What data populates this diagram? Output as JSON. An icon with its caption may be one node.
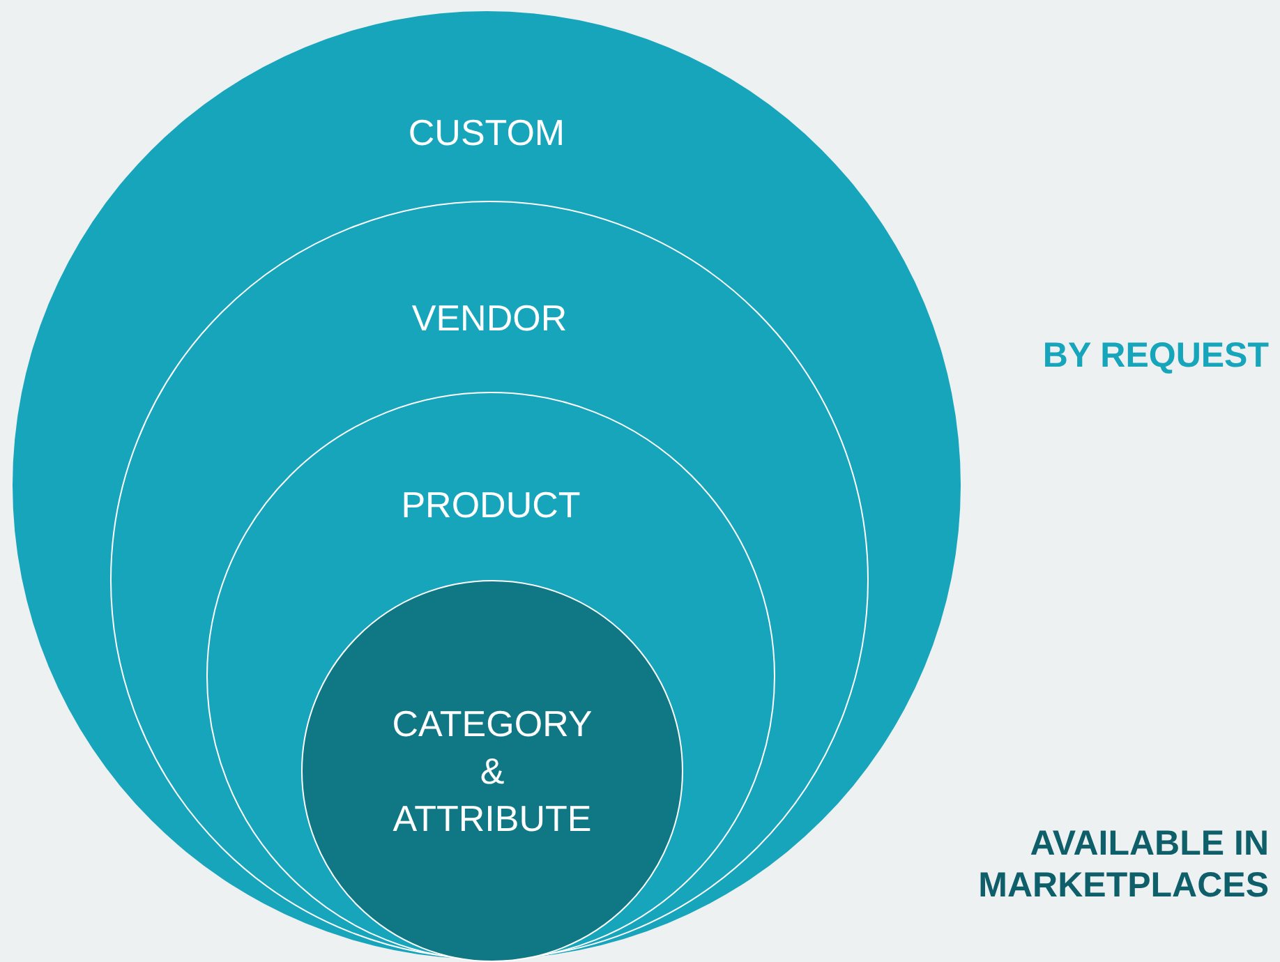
{
  "diagram": {
    "nodes": [
      {
        "text": [
          "CUSTOM"
        ]
      },
      {
        "text": [
          "VENDOR"
        ],
        "in": 0
      },
      {
        "text": [
          "PRODUCT"
        ],
        "in": 1
      },
      {
        "text": [
          "CATEGORY & ATTRIBUTE"
        ],
        "in": 2
      }
    ],
    "labels": [
      "BY REQUEST",
      "AVAILABLE IN MARKETPLACES"
    ]
  }
}
